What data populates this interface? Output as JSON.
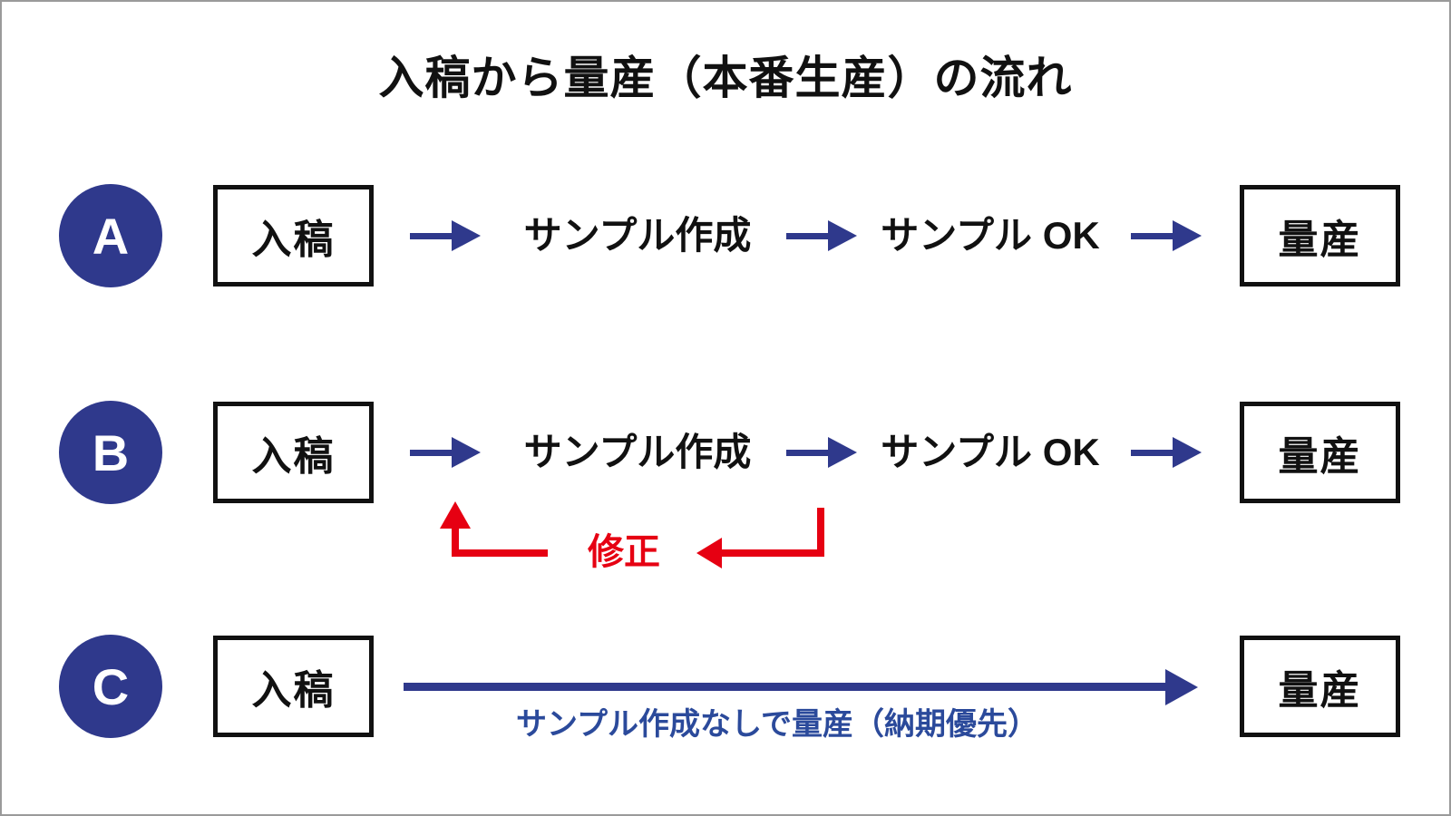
{
  "title": "入稿から量産（本番生産）の流れ",
  "colors": {
    "navy": "#2f398c",
    "red": "#e60012",
    "caption_blue": "#2b4a9b",
    "box_border": "#111111",
    "frame_border": "#9a9a9a",
    "background": "#ffffff"
  },
  "rows": [
    {
      "label": "A",
      "start_box": "入稿",
      "steps": [
        "サンプル作成",
        "サンプル OK"
      ],
      "end_box": "量産"
    },
    {
      "label": "B",
      "start_box": "入稿",
      "steps": [
        "サンプル作成",
        "サンプル OK"
      ],
      "end_box": "量産",
      "feedback_label": "修正"
    },
    {
      "label": "C",
      "start_box": "入稿",
      "end_box": "量産",
      "caption": "サンプル作成なしで量産（納期優先）"
    }
  ]
}
